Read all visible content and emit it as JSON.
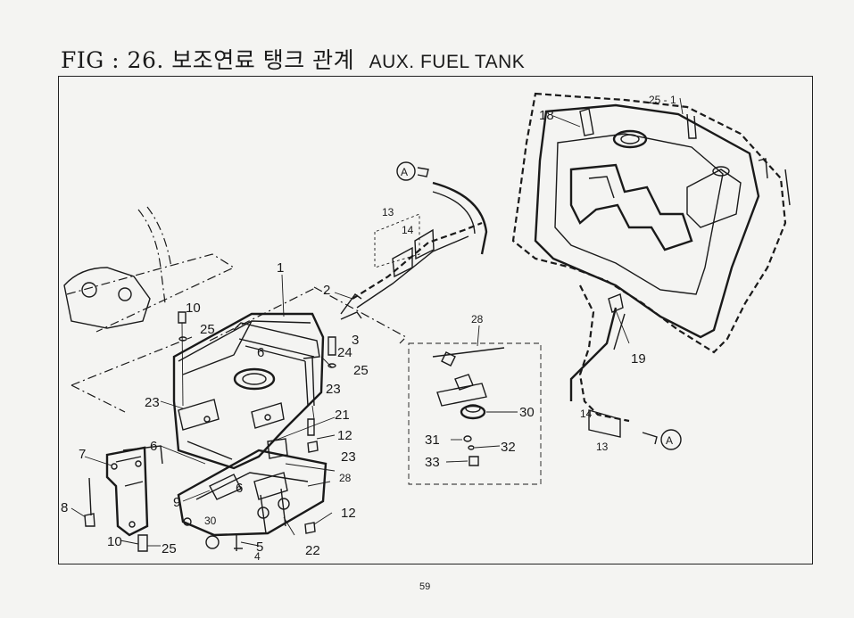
{
  "figure": {
    "prefix": "FIG",
    "separator": ":",
    "number": "26.",
    "title_ko": "보조연료 탱크 관계",
    "title_en": "AUX. FUEL TANK"
  },
  "page_number": "59",
  "callouts": {
    "c1": "1",
    "c2": "2",
    "c3": "3",
    "c4": "4",
    "c5": "5",
    "c6a": "6",
    "c6b": "6",
    "c6c": "6",
    "c7": "7",
    "c8": "8",
    "c9": "9",
    "c10a": "10",
    "c10b": "10",
    "c12a": "12",
    "c12b": "12",
    "c13a": "13",
    "c13b": "13",
    "c14a": "14",
    "c14b": "14",
    "c18": "18",
    "c19": "19",
    "c21": "21",
    "c22": "22",
    "c23a": "23",
    "c23b": "23",
    "c23c": "23",
    "c24": "24",
    "c25a": "25",
    "c25b": "25",
    "c25c": "25",
    "c25_1": "25 - 1",
    "c28a": "28",
    "c28b": "28",
    "c30a": "30",
    "c30b": "30",
    "c31": "31",
    "c32": "32",
    "c33": "33"
  },
  "connection_marks": {
    "top": "A",
    "right": "A"
  }
}
